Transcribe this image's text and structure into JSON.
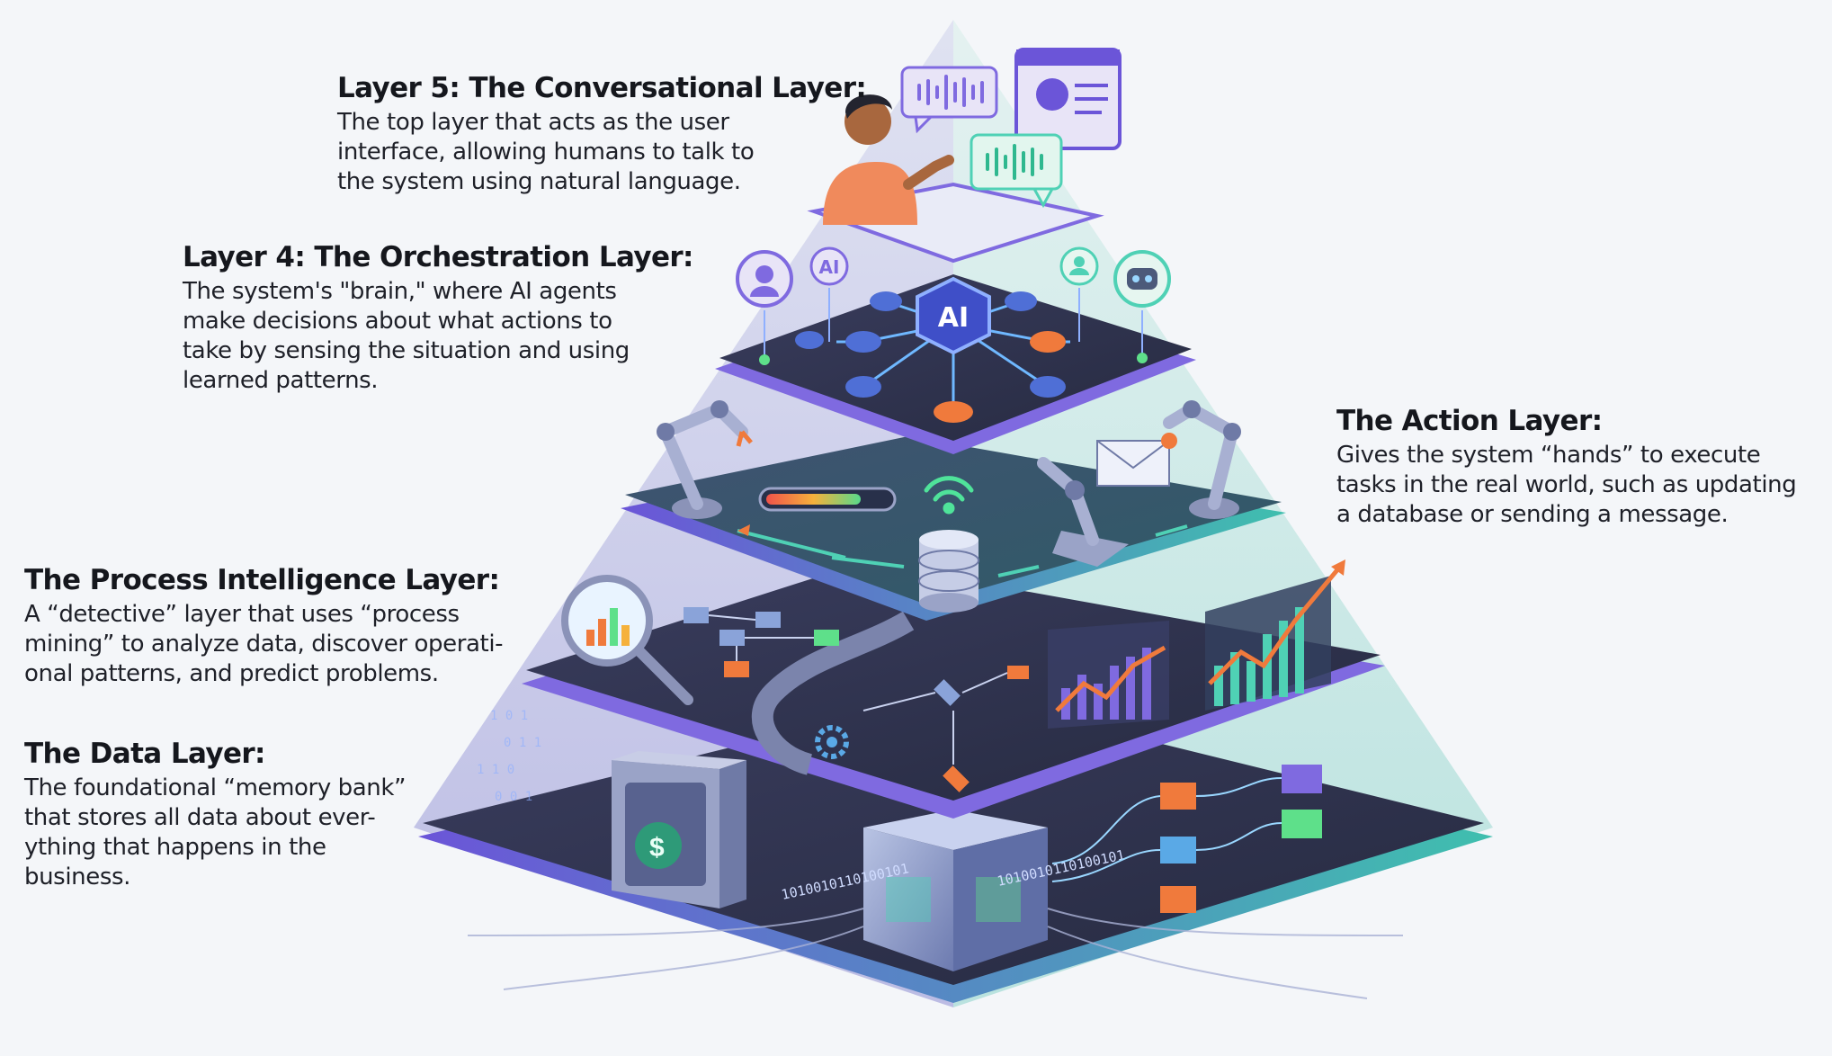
{
  "layers": [
    {
      "id": "conversational",
      "title": "Layer 5: The Conversational Layer:",
      "description_lines": [
        "The top layer that acts as the user",
        "interface, allowing humans to talk to",
        "the system using natural language."
      ]
    },
    {
      "id": "orchestration",
      "title": "Layer 4: The Orchestration Layer:",
      "description_lines": [
        "The system's \"brain,\" where AI agents",
        "make decisions about what actions to",
        "take by sensing the situation and using",
        "learned patterns."
      ]
    },
    {
      "id": "action",
      "title": "The Action Layer:",
      "description_lines": [
        "Gives the system “hands” to execute",
        "tasks in the real world, such as updating",
        "a database or sending a message."
      ]
    },
    {
      "id": "process-intelligence",
      "title": "The Process Intelligence Layer:",
      "description_lines": [
        "A “detective” layer that uses “process",
        "mining” to analyze data, discover operati-",
        "onal patterns, and predict problems."
      ]
    },
    {
      "id": "data",
      "title": "The Data Layer:",
      "description_lines": [
        "The foundational “memory bank”",
        "that stores all data about ever-",
        "ything that happens in the",
        "business."
      ]
    }
  ],
  "ai_hub_label": "AI",
  "ai_avatar_label": "AI",
  "binary_stream": "1010010110100101",
  "icons": [
    "user-speaking-icon",
    "voice-waveform-icon",
    "chat-bubble-icon",
    "ai-hub-icon",
    "robot-avatar-icon",
    "headset-agent-icon",
    "person-icon",
    "robotic-arm-icon",
    "envelope-icon",
    "wifi-signal-icon",
    "database-icon",
    "progress-bar-icon",
    "magnifier-chart-icon",
    "gear-icon",
    "growth-chart-icon",
    "vault-safe-icon",
    "dollar-icon",
    "data-cube-icon"
  ],
  "colors": {
    "background": "#f4f6f9",
    "tier_dark": "#2f3249",
    "tier_edge_purple": "#7f6ae0",
    "accent_teal": "#4fd1b5",
    "accent_orange": "#f07a3c",
    "accent_blue": "#5aa9e6",
    "accent_green": "#5ee08a"
  }
}
